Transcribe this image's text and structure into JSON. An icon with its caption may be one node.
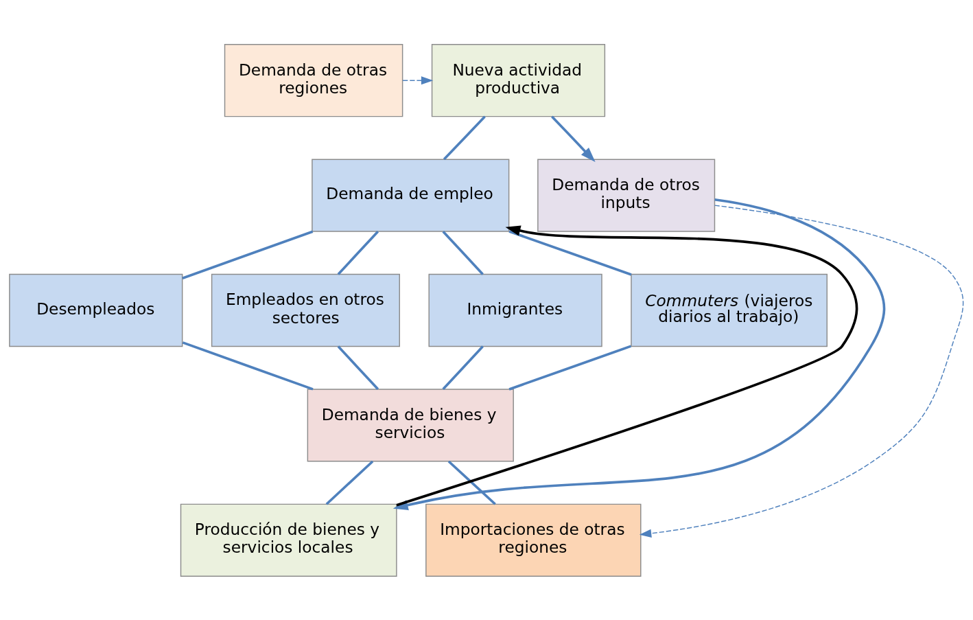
{
  "diagram": {
    "nodes": [
      {
        "text": [
          "Nueva actividad productiva"
        ]
      },
      {
        "text": [
          "Demanda de otras regiones"
        ]
      },
      {
        "text": [
          "Demanda de empleo"
        ]
      },
      {
        "text": [
          "Demanda de otros inputs"
        ]
      },
      {
        "text": [
          "Desempleados"
        ]
      },
      {
        "text": [
          "Empleados en otros sectores"
        ]
      },
      {
        "text": [
          "Inmigrantes"
        ]
      },
      {
        "text": [
          "*Commuters* (viajeros diarios al trabajo)"
        ]
      },
      {
        "text": [
          "Demanda de bienes y servicios"
        ]
      },
      {
        "text": [
          "Producción de bienes y servicios locales"
        ]
      },
      {
        "text": [
          "Importaciones de otras regiones"
        ]
      }
    ],
    "edges": [
      {
        "from": 1,
        "to": 0,
        "arrow": "to",
        "style": "dashed"
      },
      {
        "from": 0,
        "to": 3,
        "arrow": "to"
      },
      {
        "from": 0,
        "to": 2,
        "arrow": "none"
      },
      {
        "from": 2,
        "to": 4,
        "arrow": "none"
      },
      {
        "from": 2,
        "to": 5,
        "arrow": "none"
      },
      {
        "from": 2,
        "to": 6,
        "arrow": "none"
      },
      {
        "from": 2,
        "to": 7,
        "arrow": "none"
      },
      {
        "from": 4,
        "to": 8,
        "arrow": "none"
      },
      {
        "from": 5,
        "to": 8,
        "arrow": "none"
      },
      {
        "from": 6,
        "to": 8,
        "arrow": "none"
      },
      {
        "from": 7,
        "to": 8,
        "arrow": "none"
      },
      {
        "from": 3,
        "to": 10,
        "arrow": "to",
        "style": "dashed"
      },
      {
        "from": 8,
        "to": 9,
        "arrow": "none"
      },
      {
        "from": 8,
        "to": 10,
        "arrow": "none"
      },
      {
        "from": 9,
        "to": 2,
        "arrow": "to",
        "color": "#000000"
      },
      {
        "from": 3,
        "to": 9,
        "arrow": "to"
      }
    ]
  }
}
